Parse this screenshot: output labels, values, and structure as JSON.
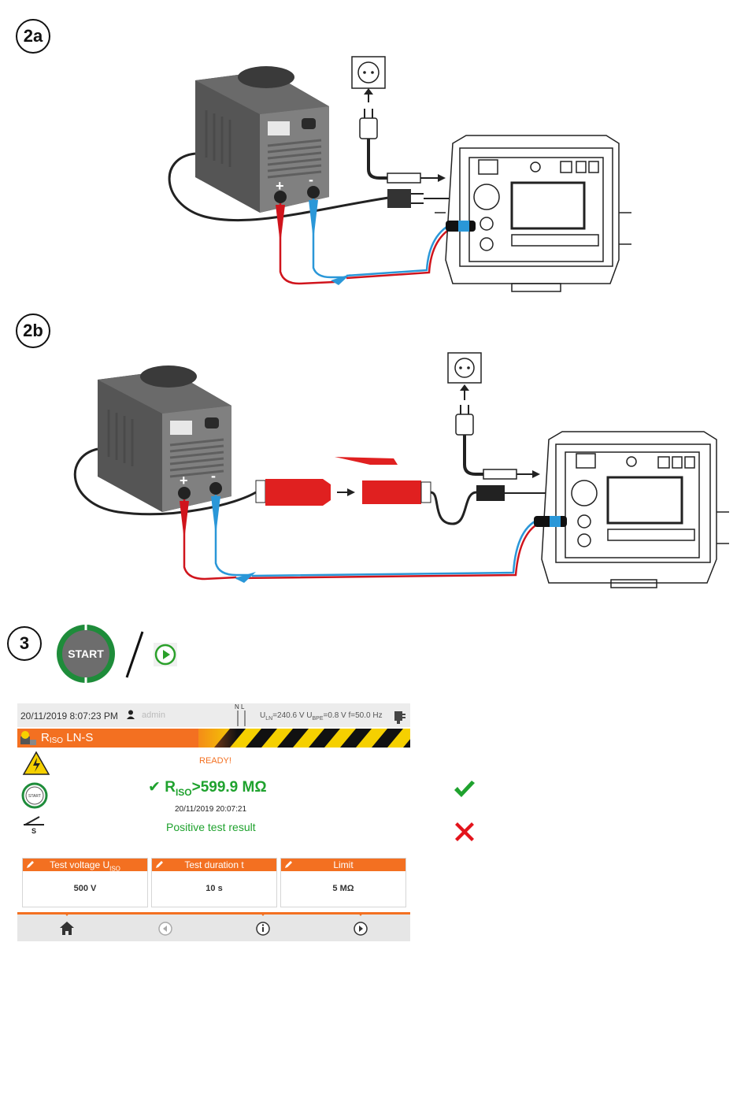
{
  "steps": {
    "a": "2a",
    "b": "2b",
    "c": "3"
  },
  "start_button": {
    "label": "START"
  },
  "device": {
    "datetime": "20/11/2019 8:07:23 PM",
    "user": "admin",
    "phase_labels": "N  L",
    "measurement_prefix": "U",
    "measurement_sub1": "LN",
    "measurement_mid": "=240.6 V U",
    "measurement_sub2": "BPE",
    "measurement_suffix": "=0.8 V f=50.0 Hz",
    "mode_prefix": "R",
    "mode_sub": "ISO",
    "mode_suffix": " LN-S",
    "status": "READY!",
    "result_prefix": "R",
    "result_sub": "ISO",
    "result_suffix": ">599.9 MΩ",
    "result_timestamp": "20/11/2019 20:07:21",
    "result_text": "Positive test result",
    "probe_label": "S",
    "params": [
      {
        "label": "Test voltage U",
        "label_sub": "ISO",
        "value": "500 V"
      },
      {
        "label": "Test duration t",
        "label_sub": "",
        "value": "10 s"
      },
      {
        "label": "Limit",
        "label_sub": "",
        "value": "5 MΩ"
      }
    ]
  },
  "legend": {
    "pass_icon": "green-check-icon",
    "fail_icon": "red-cross-icon"
  },
  "colors": {
    "accent": "#f37021",
    "pass": "#1fa22e",
    "fail": "#e3141c",
    "lead_red": "#d0141c",
    "lead_blue": "#2a97d8",
    "plug_red": "#e02020"
  }
}
